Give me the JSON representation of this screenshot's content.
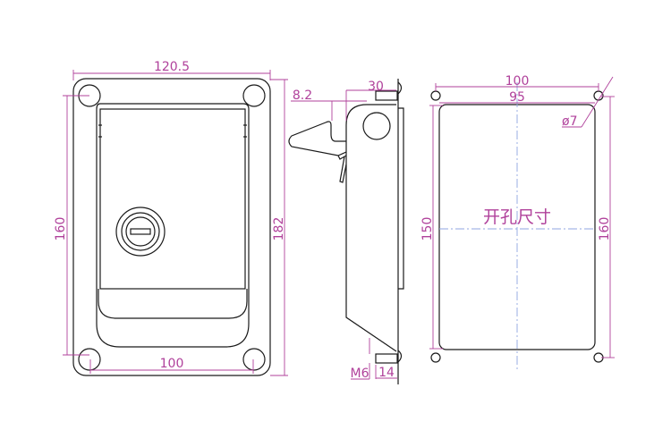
{
  "front_view": {
    "width_label": "120.5",
    "height_inner_label": "160",
    "height_total_label": "182",
    "hole_spacing_label": "100"
  },
  "side_view": {
    "latch_offset_label": "8.2",
    "depth_label": "30",
    "thread_label": "M6",
    "stud_length_label": "14"
  },
  "cutout_view": {
    "title": "开孔尺寸",
    "hole_spacing_w_label": "100",
    "cutout_w_label": "95",
    "cutout_h_label": "150",
    "hole_spacing_h_label": "160",
    "hole_dia_label": "ø7"
  },
  "colors": {
    "outline": "#1a1a1a",
    "dimension": "#b0419b",
    "centerline": "#8fa6e0"
  }
}
